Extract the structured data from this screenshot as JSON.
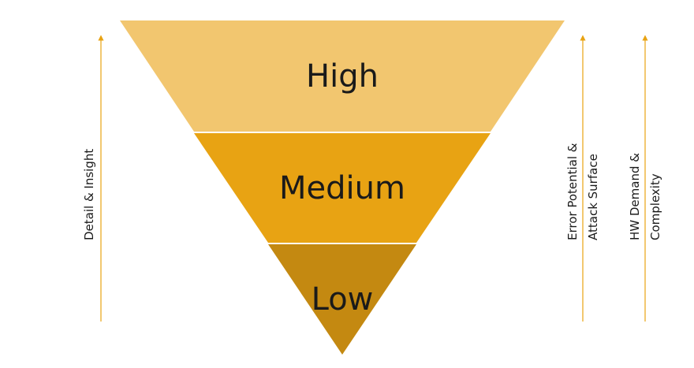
{
  "pyramid": {
    "tiers": [
      {
        "label": "High",
        "color": "#f2c66f"
      },
      {
        "label": "Medium",
        "color": "#e8a313"
      },
      {
        "label": "Low",
        "color": "#c48911"
      }
    ]
  },
  "axes": {
    "left": {
      "lines": [
        "Detail & Insight"
      ]
    },
    "middle": {
      "lines": [
        "Error Potential &",
        "Attack Surface"
      ]
    },
    "right": {
      "lines": [
        "HW Demand &",
        "Complexity"
      ]
    },
    "arrow_color": "#e8a313"
  }
}
